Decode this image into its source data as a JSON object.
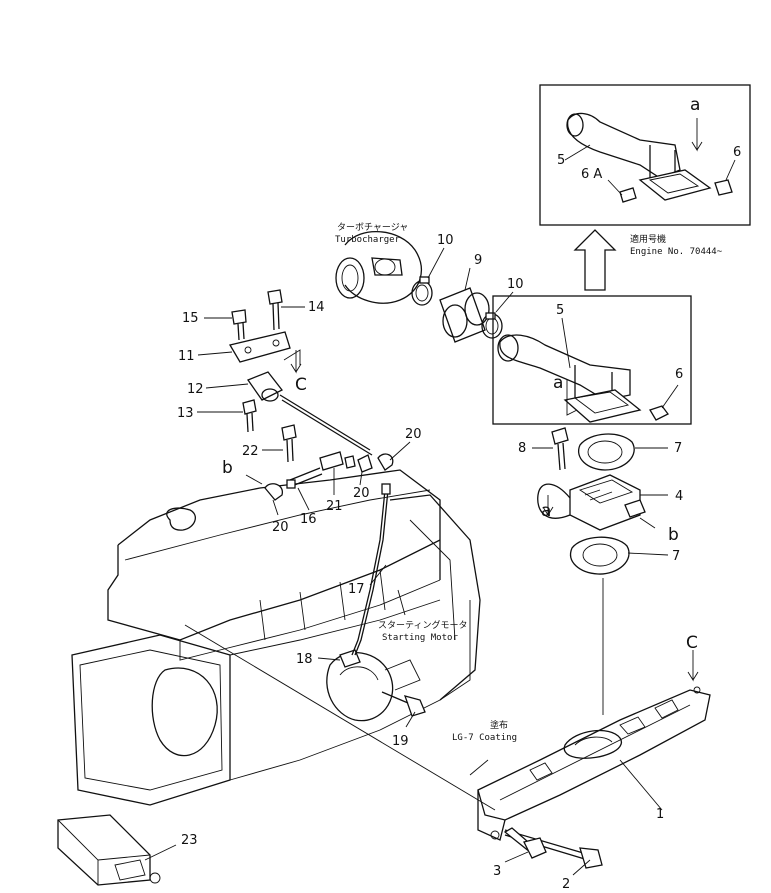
{
  "callouts": {
    "c1": "1",
    "c2": "2",
    "c3": "3",
    "c4": "4",
    "c5": "5",
    "c5b": "5",
    "c6": "6",
    "c6b": "6",
    "c6a": "6 A",
    "c7": "7",
    "c7b": "7",
    "c8": "8",
    "c9": "9",
    "c10": "10",
    "c10b": "10",
    "c11": "11",
    "c12": "12",
    "c13": "13",
    "c14": "14",
    "c15": "15",
    "c16": "16",
    "c17": "17",
    "c18": "18",
    "c19": "19",
    "c20": "20",
    "c20b": "20",
    "c20c": "20",
    "c21": "21",
    "c22": "22",
    "c23": "23"
  },
  "refs": {
    "a_inset": "a",
    "a_main": "a",
    "a_sensor": "a",
    "b_left": "b",
    "b_right": "b",
    "c_bracket": "C",
    "c_manifold": "C"
  },
  "labels": {
    "turbo_jp": "ターボチャージャ",
    "turbo_en": "Turbocharger",
    "starter_jp": "スターティングモータ",
    "starter_en": "Starting Motor",
    "coating_jp": "塗布",
    "coating_en": "LG-7 Coating",
    "applicable_jp": "適用号機",
    "applicable_en": "Engine No. 70444~"
  }
}
